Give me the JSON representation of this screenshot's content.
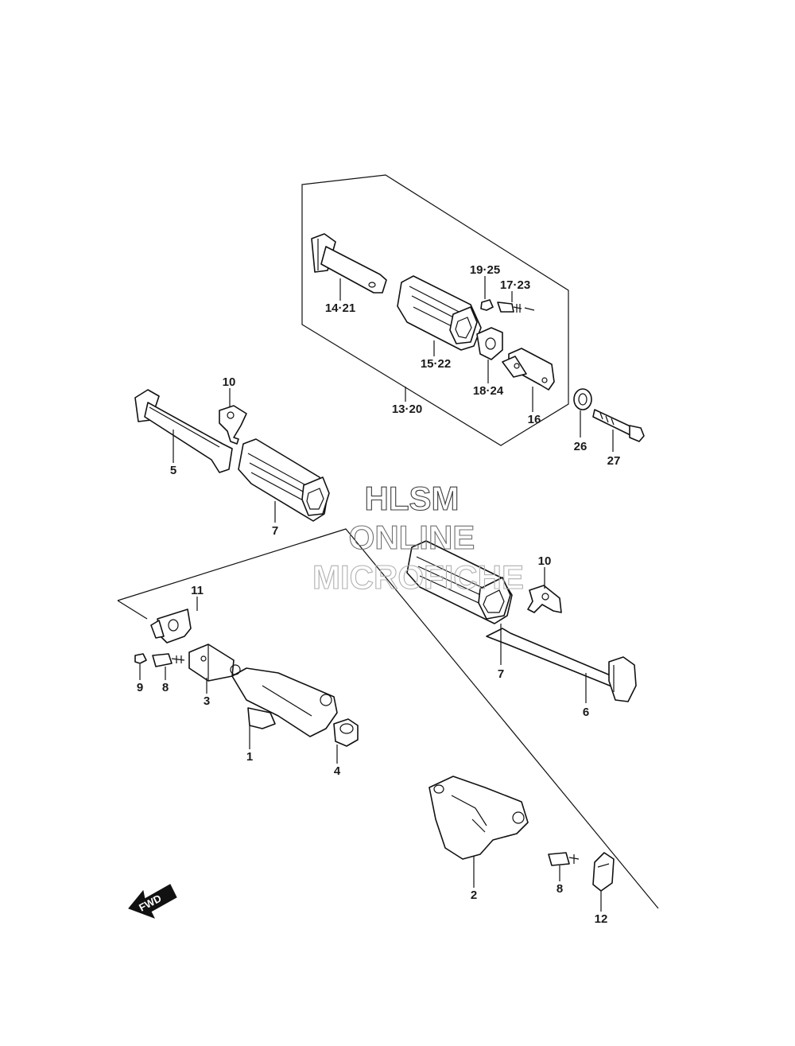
{
  "watermark": {
    "line1": "HLSM",
    "line2": "ONLINE",
    "line3": "MICROFICHE"
  },
  "fwd_label": "FWD",
  "labels": [
    {
      "id": "14-21",
      "text": "14·21"
    },
    {
      "id": "15-22",
      "text": "15·22"
    },
    {
      "id": "19-25",
      "text": "19·25"
    },
    {
      "id": "17-23",
      "text": "17·23"
    },
    {
      "id": "18-24",
      "text": "18·24"
    },
    {
      "id": "13-20",
      "text": "13·20"
    },
    {
      "id": "16",
      "text": "16"
    },
    {
      "id": "26",
      "text": "26"
    },
    {
      "id": "27",
      "text": "27"
    },
    {
      "id": "10a",
      "text": "10"
    },
    {
      "id": "5",
      "text": "5"
    },
    {
      "id": "7a",
      "text": "7"
    },
    {
      "id": "10b",
      "text": "10"
    },
    {
      "id": "11",
      "text": "11"
    },
    {
      "id": "9",
      "text": "9"
    },
    {
      "id": "8a",
      "text": "8"
    },
    {
      "id": "3",
      "text": "3"
    },
    {
      "id": "1",
      "text": "1"
    },
    {
      "id": "4",
      "text": "4"
    },
    {
      "id": "7b",
      "text": "7"
    },
    {
      "id": "6",
      "text": "6"
    },
    {
      "id": "2",
      "text": "2"
    },
    {
      "id": "8b",
      "text": "8"
    },
    {
      "id": "12",
      "text": "12"
    }
  ]
}
